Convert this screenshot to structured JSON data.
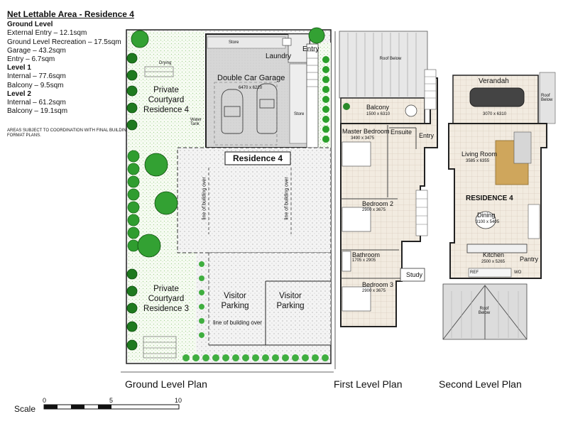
{
  "legend": {
    "title": "Net Lettable Area - Residence 4",
    "groups": [
      {
        "heading": "Ground Level",
        "items": [
          "External Entry – 12.1sqm",
          "Ground Level Recreation – 17.5sqm",
          "Garage – 43.2sqm",
          "Entry – 6.7sqm"
        ]
      },
      {
        "heading": "Level 1",
        "items": [
          "Internal – 77.6sqm",
          "Balcony – 9.5sqm"
        ]
      },
      {
        "heading": "Level 2",
        "items": [
          "Internal – 61.2sqm",
          "Balcony – 19.1sqm"
        ]
      }
    ],
    "note": "AREAS SUBJECT TO COORDINATION WITH FINAL BUILDING FORMAT PLANS."
  },
  "ground": {
    "title": "Ground Level Plan",
    "drying": "Drying",
    "courtyard4": "Private Courtyard Residence 4",
    "courtyard3": "Private Courtyard Residence 3",
    "store_top": "Store",
    "laundry": "Laundry",
    "garage": "Double Car Garage",
    "garage_dim": "6470 x 6220",
    "water_tank": "Water Tank",
    "store_side": "Store",
    "entry": "Entry",
    "residence": "Residence 4",
    "line_over_1": "line of building over",
    "line_over_2": "line of building over",
    "line_over_3": "line of building over",
    "visitor_1": "Visitor Parking",
    "visitor_2": "Visitor Parking"
  },
  "first": {
    "title": "First Level Plan",
    "roof": "Roof Below",
    "balcony": "Balcony",
    "balcony_dim": "1500 x 6310",
    "master": "Master Bedroom",
    "master_dim": "3490 x 3475",
    "ensuite": "Ensuite",
    "entry": "Entry",
    "bed2": "Bedroom 2",
    "bed2_dim": "2900 x 3675",
    "bathroom": "Bathroom",
    "bath_dim": "1705 x 2905",
    "study": "Study",
    "bed3": "Bedroom 3",
    "bed3_dim": "2900 x 3675"
  },
  "second": {
    "title": "Second Level Plan",
    "verandah": "Verandah",
    "verandah_dim": "3070 x 6310",
    "roof_side": "Roof Below",
    "living": "Living Room",
    "living_dim": "3585 x 6355",
    "residence": "RESIDENCE 4",
    "dining": "Dining",
    "dining_dim": "3100 x 5405",
    "kitchen": "Kitchen",
    "kitchen_dim": "2500 x 5265",
    "pantry": "Pantry",
    "roof_bottom": "Roof Below",
    "ref": "REF",
    "wo": "WO"
  },
  "scale": {
    "label": "Scale",
    "ticks": [
      "0",
      "5",
      "10"
    ]
  }
}
